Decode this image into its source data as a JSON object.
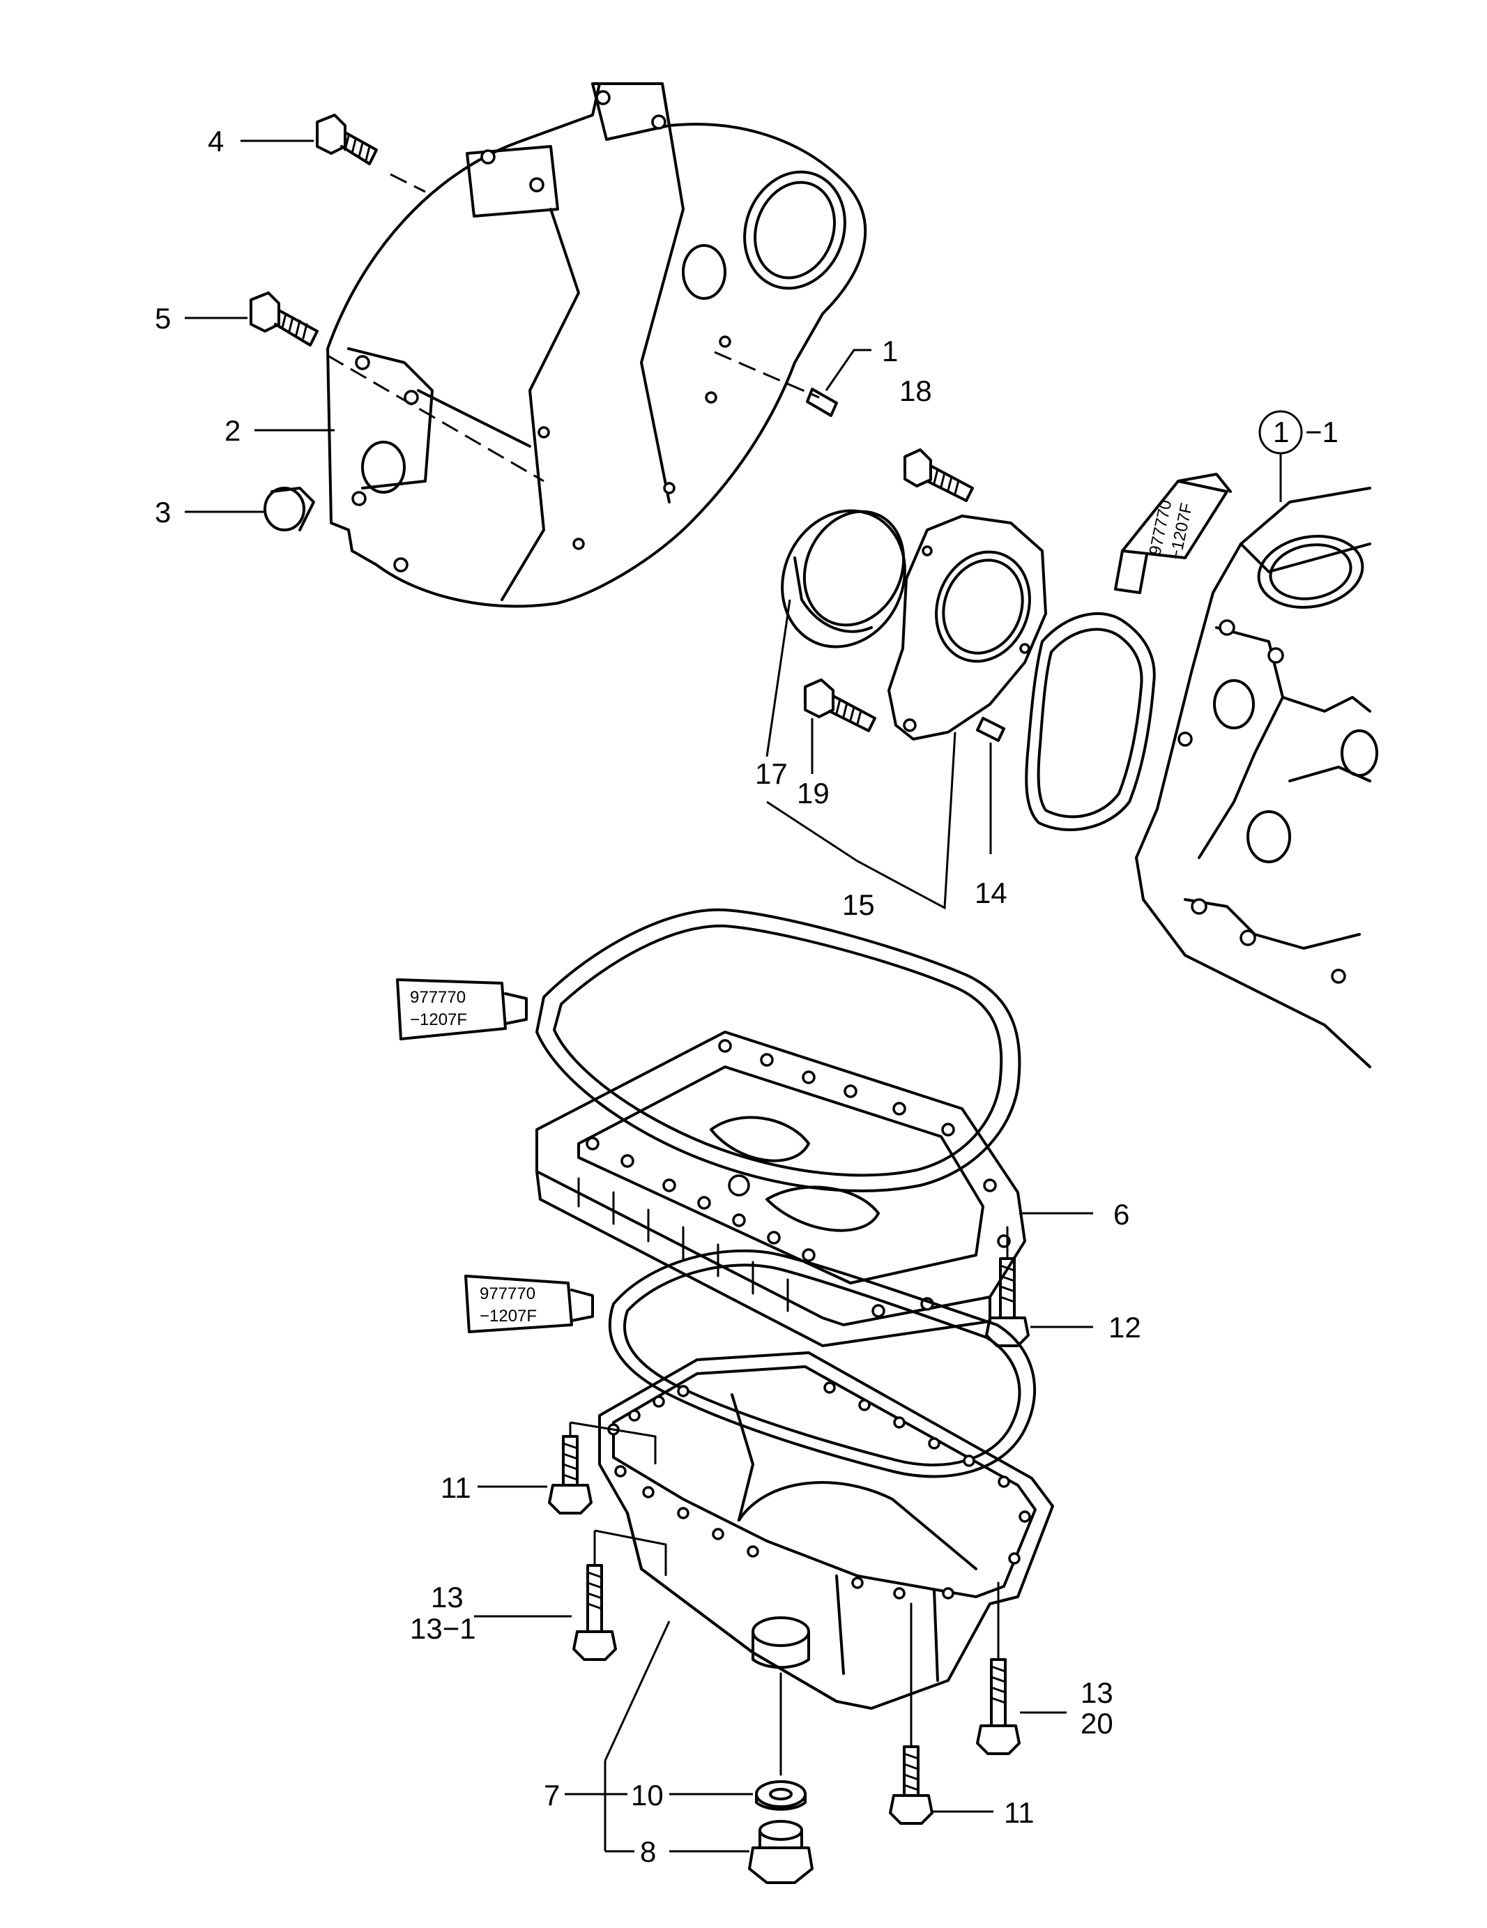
{
  "callouts": {
    "c1": "1",
    "c2": "2",
    "c3": "3",
    "c4": "4",
    "c5": "5",
    "c6": "6",
    "c7": "7",
    "c8": "8",
    "c10": "10",
    "c11a": "11",
    "c11b": "11",
    "c12": "12",
    "c13a": "13",
    "c13_1": "13−1",
    "c13b": "13",
    "c14": "14",
    "c15": "15",
    "c17": "17",
    "c18": "18",
    "c19": "19",
    "c20": "20",
    "ref_circle": "1",
    "ref_suffix": "−1"
  },
  "sealant_tube": {
    "line1": "977770",
    "line2": "−1207F"
  }
}
